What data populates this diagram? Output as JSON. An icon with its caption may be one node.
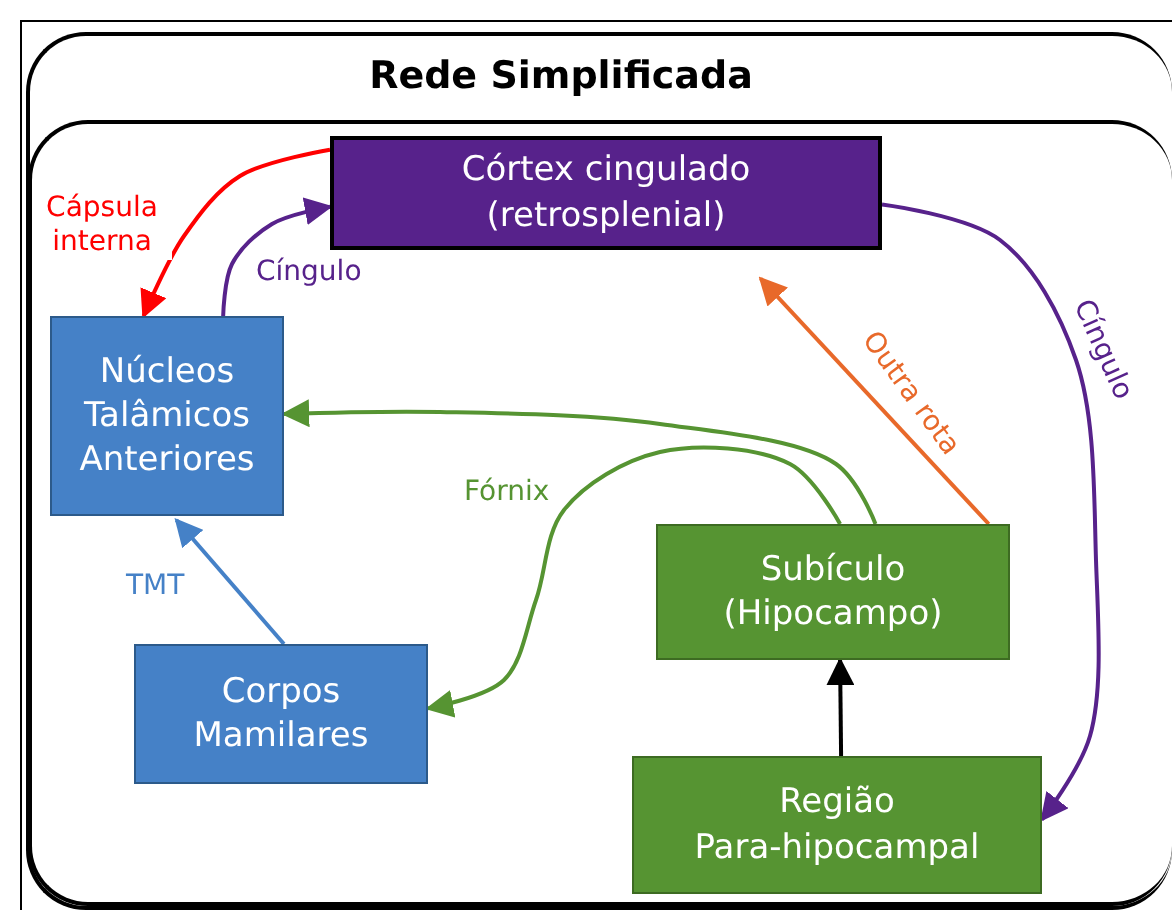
{
  "diagram": {
    "nodes": [
      {
        "text": [
          "Rede Simplificada"
        ]
      },
      {
        "text": [],
        "shape": "box",
        "in": 0
      },
      {
        "text": [
          "Córtex cingulado (retrosplenial)"
        ],
        "in": 1
      },
      {
        "text": [
          "Núcleos Talâmicos Anteriores"
        ],
        "in": 1
      },
      {
        "text": [
          "Subículo (Hipocampo)"
        ],
        "in": 1
      },
      {
        "text": [
          "Corpos Mamilares"
        ],
        "in": 1
      },
      {
        "text": [
          "Região Para-hipocampal"
        ],
        "in": 1
      }
    ],
    "edges": [
      {
        "from": 3,
        "to": 2,
        "arrow": "to",
        "label": "Cíngulo",
        "color": "#57228b"
      },
      {
        "from": 2,
        "to": 3,
        "arrow": "to",
        "label": "Cápsula interna",
        "color": "#ff0000"
      },
      {
        "from": 4,
        "to": 3,
        "arrow": "to",
        "color": "#569432"
      },
      {
        "from": 4,
        "to": 5,
        "arrow": "to",
        "label": "Fórnix",
        "color": "#569432"
      },
      {
        "from": 4,
        "to": 2,
        "arrow": "to",
        "label": "Outra rota",
        "color": "#e8692a"
      },
      {
        "from": 5,
        "to": 3,
        "arrow": "to",
        "label": "TMT",
        "color": "#4581c7"
      },
      {
        "from": 6,
        "to": 4,
        "arrow": "to",
        "color": "#000000"
      },
      {
        "from": 2,
        "to": 6,
        "arrow": "to",
        "label": "Cíngulo",
        "color": "#57228b"
      }
    ]
  }
}
